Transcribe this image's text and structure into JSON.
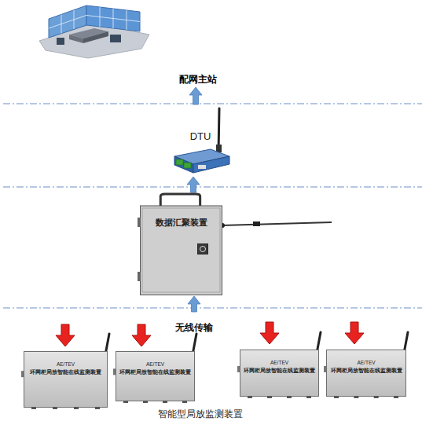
{
  "diagram": {
    "caption": "智能型局放监测装置",
    "nodes": [
      {
        "text": [
          "配网主站"
        ]
      },
      {
        "text": [
          "DTU"
        ]
      },
      {
        "text": [
          "数据汇聚装置"
        ]
      },
      {
        "text": [
          "AE/TEV",
          "环网柜局放智能在线监测装置"
        ]
      },
      {
        "text": [
          "AE/TEV",
          "环网柜局放智能在线监测装置"
        ]
      },
      {
        "text": [
          "AE/TEV",
          "环网柜局放智能在线监测装置"
        ]
      },
      {
        "text": [
          "AE/TEV",
          "环网柜局放智能在线监测装置"
        ]
      }
    ],
    "edges": [
      {
        "from": 1,
        "to": 0,
        "arrow": "to"
      },
      {
        "from": 2,
        "to": 1,
        "arrow": "to"
      }
    ],
    "labels": [
      "无线传输"
    ]
  }
}
